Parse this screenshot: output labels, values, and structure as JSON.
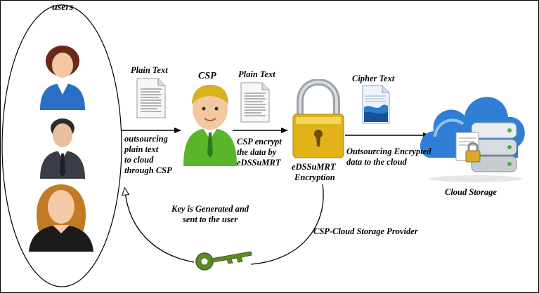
{
  "labels": {
    "users": "users",
    "plain_text_1": "Plain Text",
    "csp": "CSP",
    "plain_text_2": "Plain Text",
    "cipher_text": "Cipher Text",
    "outsourcing_lines": [
      "outsourcing",
      "plain text",
      "to cloud",
      "through CSP"
    ],
    "csp_encrypt_lines": [
      "CSP encrypt",
      "the data by",
      "eDSSuMRT"
    ],
    "encryption_lines": [
      "eDSSuMRT",
      "Encryption"
    ],
    "outsourcing_encrypted_lines": [
      "Outsourcing Encrypted",
      "data to the cloud"
    ],
    "cloud_storage": "Cloud Storage",
    "key_lines": [
      "Key is Generated and",
      "sent to the user"
    ],
    "csp_definition": "CSP-Cloud Storage Provider"
  },
  "icons": [
    "female-user-icon",
    "male-user-icon",
    "female-user-icon",
    "document-icon",
    "csp-person-icon",
    "document-icon",
    "padlock-icon",
    "cipher-document-icon",
    "cloud-storage-icon",
    "key-icon"
  ],
  "colors": {
    "user_blue": "#2a6fc4",
    "csp_green": "#5ab52a",
    "lock_gold": "#e2b318",
    "cloud_blue": "#2f7fd6",
    "key_green": "#5d8a2a"
  }
}
